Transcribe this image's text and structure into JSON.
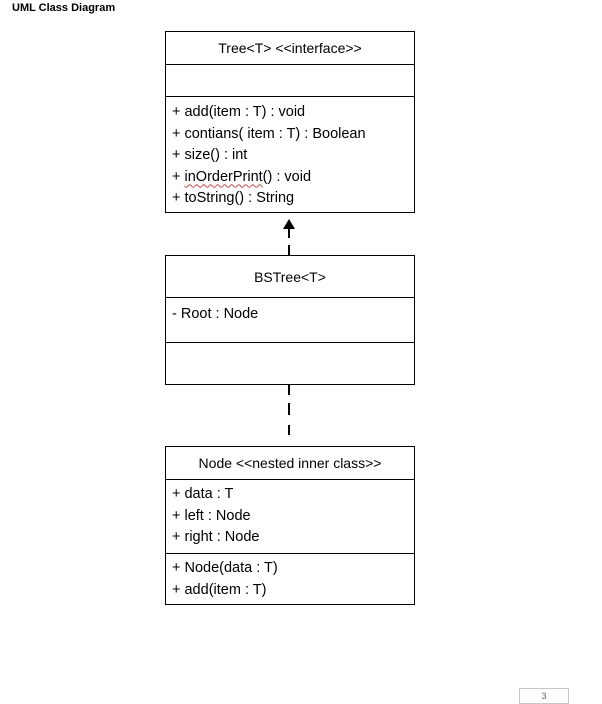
{
  "page": {
    "header": "UML Class Diagram",
    "page_number": "3"
  },
  "tree_interface": {
    "title": "Tree<T> <<interface>>",
    "attributes": [],
    "methods": [
      "+ add(item : T) : void",
      "+ contians( item : T) : Boolean",
      "+ size() : int",
      {
        "prefix": "+ ",
        "marked": "inOrderPrint",
        "suffix": "() : void"
      },
      "+ toString() : String"
    ]
  },
  "bstree_class": {
    "title": "BSTree<T>",
    "attributes": [
      "- Root : Node"
    ],
    "methods": []
  },
  "node_class": {
    "title": "Node <<nested inner class>>",
    "attributes": [
      "+ data : T",
      "+ left : Node",
      "+ right : Node"
    ],
    "methods": [
      "+ Node(data : T)",
      "+ add(item : T)"
    ]
  },
  "relationships": [
    {
      "from": "BSTree<T>",
      "to": "Tree<T>",
      "type": "realization"
    },
    {
      "from": "Node",
      "to": "BSTree<T>",
      "type": "nested-dependency"
    }
  ],
  "colors": {
    "line": "#000000",
    "spellcheck_underline": "#d4463c"
  }
}
